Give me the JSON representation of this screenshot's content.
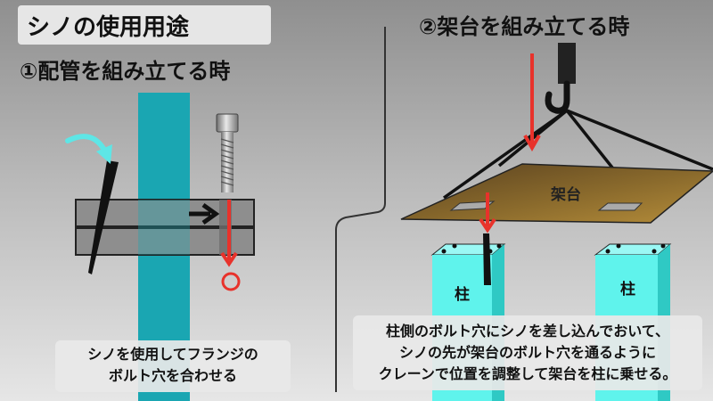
{
  "title": "シノの使用用途",
  "step1": {
    "heading": "①配管を組み立てる時",
    "caption": [
      "シノを使用してフランジの",
      "ボルト穴を合わせる"
    ]
  },
  "step2": {
    "heading": "②架台を組み立てる時",
    "platform_label": "架台",
    "column_label": "柱",
    "caption": [
      "柱側のボルト穴にシノを差し込んでおいて、",
      "シノの先が架台のボルト穴を通るように",
      "クレーンで位置を調整して架台を柱に乗せる。"
    ]
  },
  "colors": {
    "pipe": "#1aa6b2",
    "column": "#5ff3ec",
    "arrow_red": "#e8322b",
    "arrow_cyan": "#5ee6e6",
    "platform": "#8a6a2c",
    "flange": "#8e8e8e"
  }
}
